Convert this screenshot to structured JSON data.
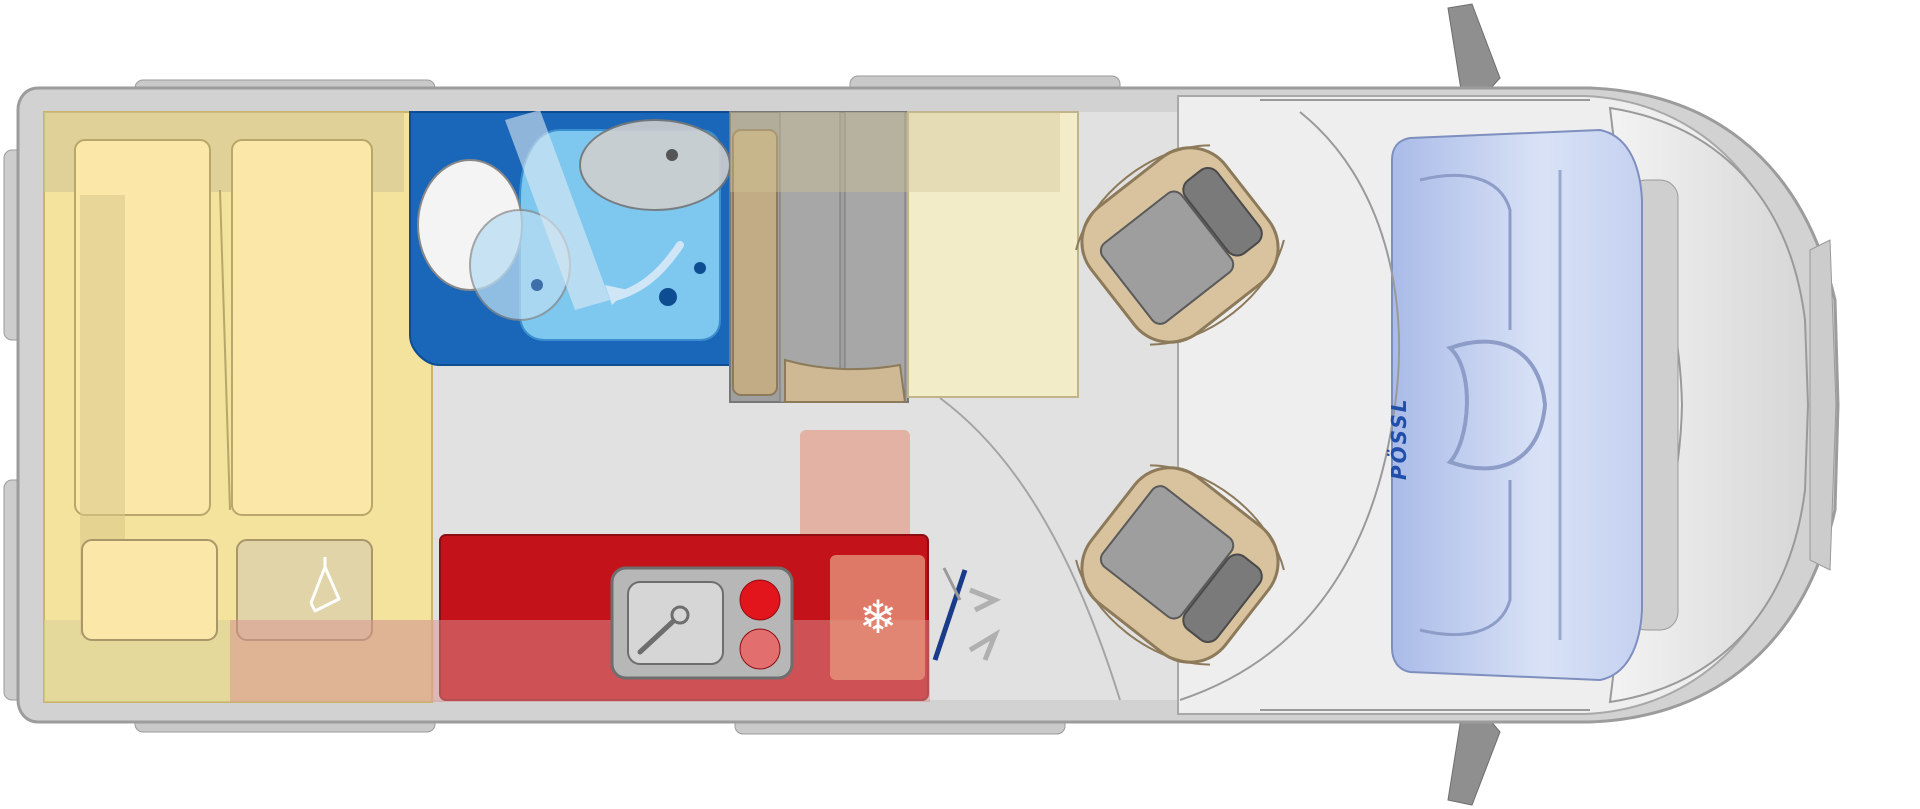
{
  "brand_logo": {
    "text": "PÖSSL",
    "color": "#1f4fa8"
  },
  "zones": [
    {
      "name": "rear-bed",
      "color": "#f4e39c"
    },
    {
      "name": "bathroom",
      "color": "#1a66b8"
    },
    {
      "name": "kitchen",
      "color": "#c4121a"
    },
    {
      "name": "dinette-seating",
      "color": "#f3ecc9"
    },
    {
      "name": "driver-cab",
      "color": "#b8c8ec"
    }
  ],
  "icons": [
    "snowflake-icon",
    "hanger-icon",
    "swivel-arrows-icon"
  ]
}
